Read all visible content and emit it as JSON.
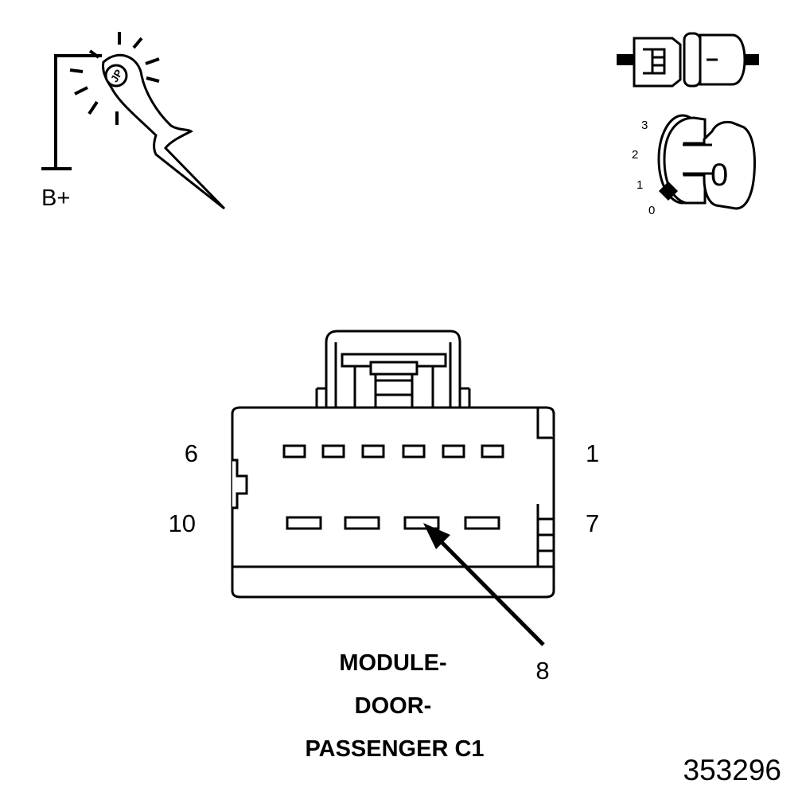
{
  "test_light": {
    "icon": "test-light-icon",
    "ground_label": "B+",
    "logo_text": "JP"
  },
  "fuse": {
    "icon": "fuse-removed-icon",
    "blade_marking": "-"
  },
  "ignition": {
    "icon": "ignition-switch-icon",
    "positions": [
      "3",
      "2",
      "1",
      "0"
    ],
    "key_label": "0"
  },
  "connector": {
    "name_lines": [
      "MODULE-",
      "DOOR-",
      "PASSENGER C1"
    ],
    "pin_labels": {
      "top_left": "6",
      "top_right": "1",
      "bottom_left": "10",
      "bottom_right": "7"
    },
    "callout_pin": "8"
  },
  "figure_number": "353296"
}
